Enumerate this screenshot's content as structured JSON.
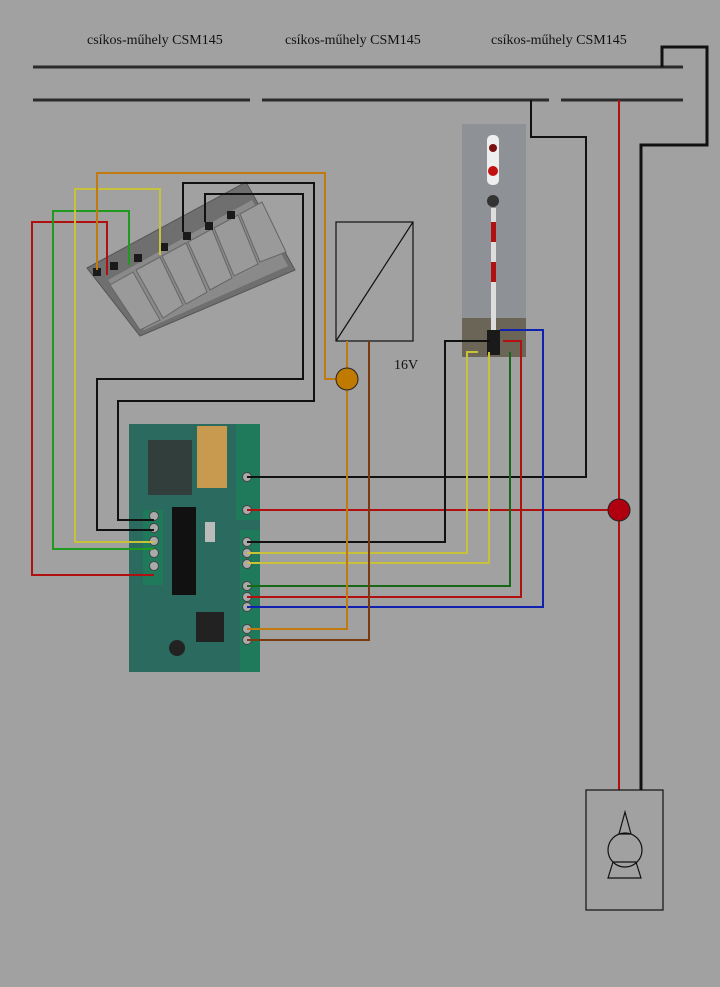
{
  "labels": {
    "brand_1": "csíkos-műhely CSM145",
    "brand_2": "csíkos-műhely CSM145",
    "brand_3": "csíkos-műhely CSM145",
    "voltage": "16V"
  },
  "colors": {
    "background": "#a1a1a1",
    "track": "#2b2b2b",
    "wire_black": "#111111",
    "wire_red": "#b01010",
    "wire_green": "#1f9a1f",
    "wire_dark_green": "#166816",
    "wire_yellow": "#c8c23a",
    "wire_blue": "#1020b0",
    "wire_orange": "#c07a10",
    "wire_brown": "#7a3a10",
    "junction_orange": "#c07a00",
    "junction_red": "#b00010"
  },
  "components": {
    "push_button_panel": "push-button-panel",
    "transformer": "transformer",
    "controller_board": "csm145-board",
    "light_signal": "light-signal",
    "point_motor": "point-motor"
  }
}
